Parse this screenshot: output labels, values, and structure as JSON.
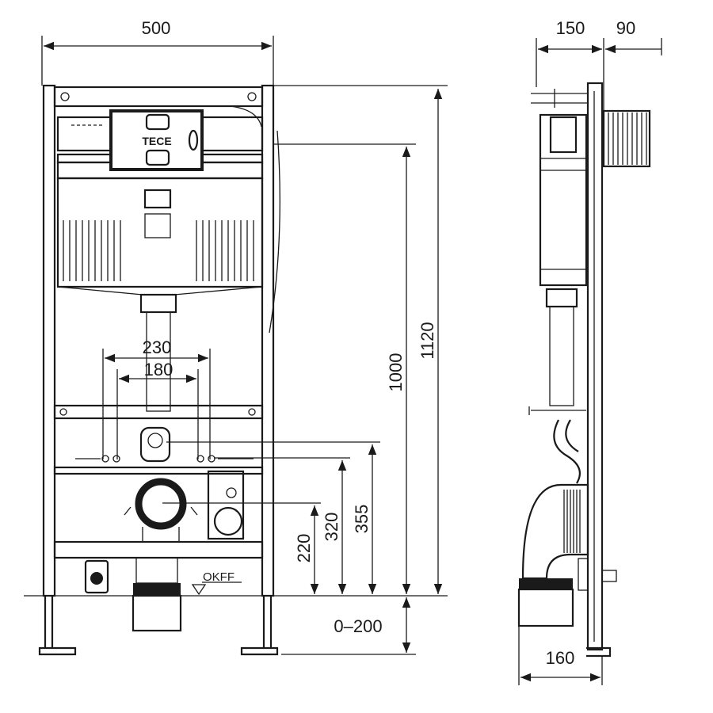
{
  "front_view": {
    "brand_logo": "TECE",
    "width_label": "500",
    "height_total_label": "1120",
    "height_frame_label": "1000",
    "spacing_outer_label": "230",
    "spacing_inner_label": "180",
    "height_355_label": "355",
    "height_320_label": "320",
    "height_220_label": "220",
    "foot_adjust_label": "0–200",
    "floor_label": "OKFF"
  },
  "side_view": {
    "depth_label": "150",
    "extension_label": "90",
    "bottom_depth_label": "160"
  },
  "colors": {
    "line": "#1a1a1a",
    "background": "#ffffff"
  }
}
